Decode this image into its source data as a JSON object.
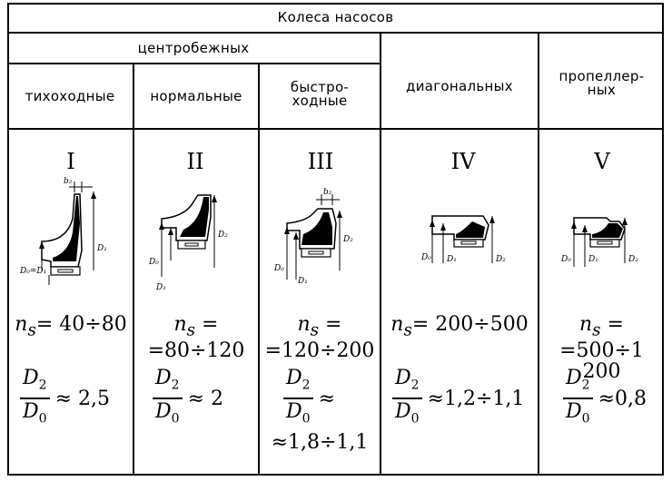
{
  "table": {
    "title": "Колеса насосов",
    "group_header": "центробежных",
    "columns": [
      {
        "header": "тихоходные",
        "roman": "I",
        "ns_label": "n",
        "ns_sub": "s",
        "ns_line1": "= 40÷80",
        "ns_line2": "",
        "ratio_num": "D",
        "ratio_num_sub": "2",
        "ratio_den": "D",
        "ratio_den_sub": "0",
        "ratio_value": "≈ 2,5",
        "ratio_value_line2": "",
        "labels": {
          "b": "b",
          "b_sub": "2",
          "d0d1": "D₀=D₁",
          "d2": "D₂"
        }
      },
      {
        "header": "нормальные",
        "roman": "II",
        "ns_label": "n",
        "ns_sub": "s",
        "ns_line1": " =",
        "ns_line2": "=80÷120",
        "ratio_num": "D",
        "ratio_num_sub": "2",
        "ratio_den": "D",
        "ratio_den_sub": "0",
        "ratio_value": "≈ 2",
        "ratio_value_line2": "",
        "labels": {
          "d0": "D₀",
          "d1": "D₁",
          "d2": "D₂"
        }
      },
      {
        "header_line1": "быстро-",
        "header_line2": "ходные",
        "roman": "III",
        "ns_label": "n",
        "ns_sub": "s",
        "ns_line1": " =",
        "ns_line2": "=120÷200",
        "ratio_num": "D",
        "ratio_num_sub": "2",
        "ratio_den": "D",
        "ratio_den_sub": "0",
        "ratio_value": "≈",
        "ratio_value_line2": "≈1,8÷1,1",
        "labels": {
          "b": "b",
          "b_sub": "2",
          "d0": "D₀",
          "d1": "D₁",
          "d2": "D₂"
        }
      },
      {
        "header": "диагональных",
        "roman": "IV",
        "ns_label": "n",
        "ns_sub": "s",
        "ns_line1": "= 200÷500",
        "ns_line2": "",
        "ratio_num": "D",
        "ratio_num_sub": "2",
        "ratio_den": "D",
        "ratio_den_sub": "0",
        "ratio_value": "≈1,2÷1,1",
        "ratio_value_line2": "",
        "labels": {
          "d0": "D₀",
          "d1": "D₁",
          "d2": "D₂"
        }
      },
      {
        "header_line1": "пропеллер-",
        "header_line2": "ных",
        "roman": "V",
        "ns_label": "n",
        "ns_sub": "s",
        "ns_line1": " =",
        "ns_line2": "=500÷1 200",
        "ratio_num": "D",
        "ratio_num_sub": "2",
        "ratio_den": "D",
        "ratio_den_sub": "0",
        "ratio_value": "≈0,8",
        "ratio_value_line2": "",
        "labels": {
          "d0": "D₀",
          "d1": "D₁",
          "d2": "D₂"
        }
      }
    ]
  }
}
